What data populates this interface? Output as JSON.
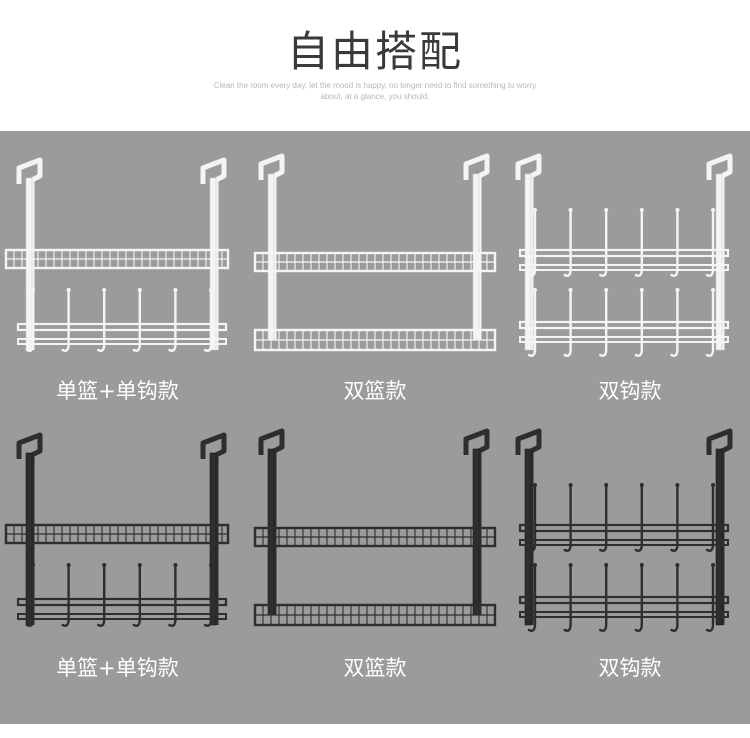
{
  "header": {
    "title": "自由搭配",
    "subtitle_line1": "Clean the room every day, let the mood is happy, no longer need to  find something to worry",
    "subtitle_line2": "about, at a glance, you should."
  },
  "products": [
    {
      "label": "单篮+单钩款",
      "style": "basket-hooks",
      "finish": "white"
    },
    {
      "label": "双篮款",
      "style": "double-basket",
      "finish": "white"
    },
    {
      "label": "双钩款",
      "style": "double-hooks",
      "finish": "white"
    },
    {
      "label": "单篮+单钩款",
      "style": "basket-hooks",
      "finish": "black"
    },
    {
      "label": "双篮款",
      "style": "double-basket",
      "finish": "black"
    },
    {
      "label": "双钩款",
      "style": "double-hooks",
      "finish": "black"
    }
  ],
  "colors": {
    "background": "#9b9b9b",
    "white_finish": "#f4f4f4",
    "black_finish": "#2e2e2e",
    "label_text": "#ffffff",
    "title_text": "#3a3a3a"
  }
}
